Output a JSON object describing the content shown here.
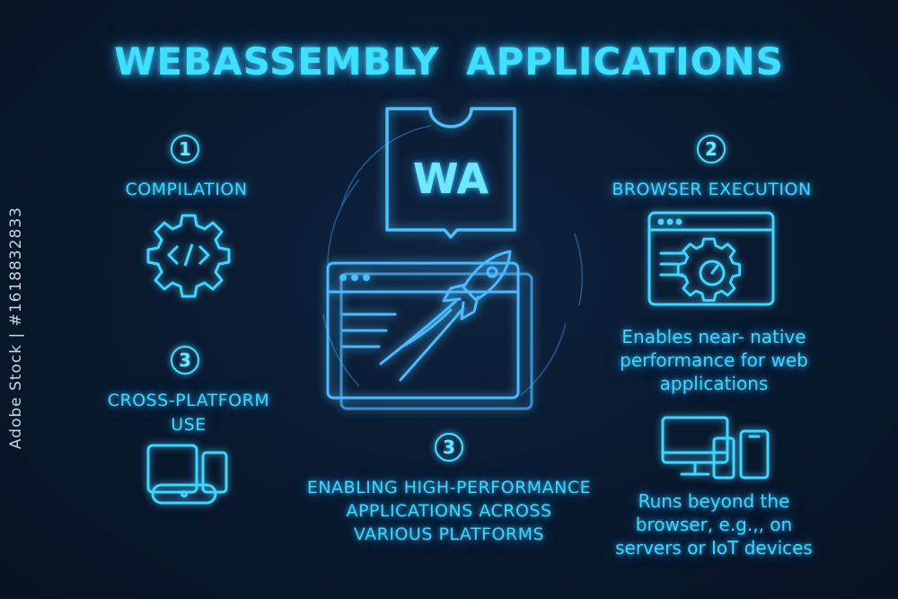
{
  "title": "WEBASSEMBLY  APPLICATIONS",
  "center": {
    "logo_text": "WA"
  },
  "steps": [
    {
      "number": "1",
      "label": "COMPILATION",
      "icon": "gear-code-icon"
    },
    {
      "number": "2",
      "label": "BROWSER EXECUTION",
      "icon": "browser-gear-icon",
      "description": [
        "Enables near- native",
        "performance for web",
        "applications"
      ]
    },
    {
      "number": "3",
      "label": [
        "CROSS-PLATFORM",
        "USE"
      ],
      "icon": "cross-platform-icon"
    },
    {
      "number": "3",
      "label": [
        "ENABLING HIGH-PERFORMANCE",
        "APPLICATIONS ACROSS",
        "VARIOUS PLATFORMS"
      ]
    }
  ],
  "devices": {
    "icon": "devices-icon",
    "description": [
      "Runs beyond the",
      "browser, e.g.,, on",
      "servers or IoT devices"
    ]
  },
  "watermark": "Adobe Stock | #1618832833",
  "colors": {
    "accent": "#3fd6ff",
    "background": "#0a1628",
    "line": "#4fb8ff"
  }
}
